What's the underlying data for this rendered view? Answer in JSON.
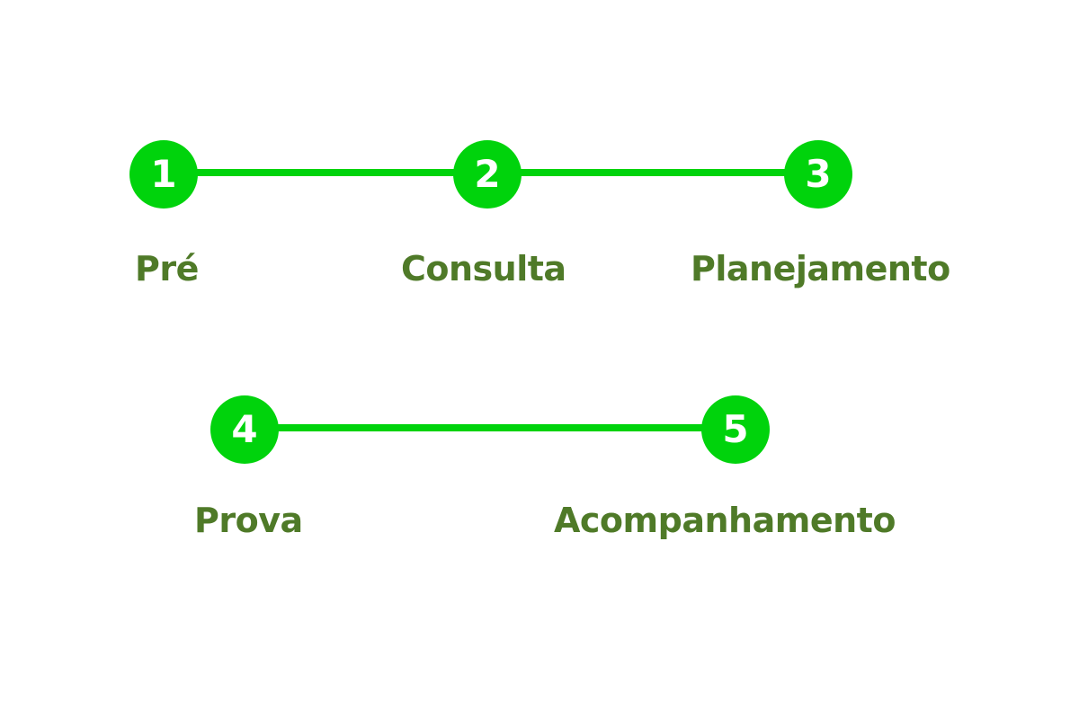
{
  "steps": [
    {
      "number": "1",
      "label": "Pré"
    },
    {
      "number": "2",
      "label": "Consulta"
    },
    {
      "number": "3",
      "label": "Planejamento"
    },
    {
      "number": "4",
      "label": "Prova"
    },
    {
      "number": "5",
      "label": "Acompanhamento"
    }
  ],
  "colors": {
    "circle": "#00d30c",
    "connector": "#00d30c",
    "number": "#ffffff",
    "label": "#4f7a28",
    "background": "#ffffff"
  }
}
